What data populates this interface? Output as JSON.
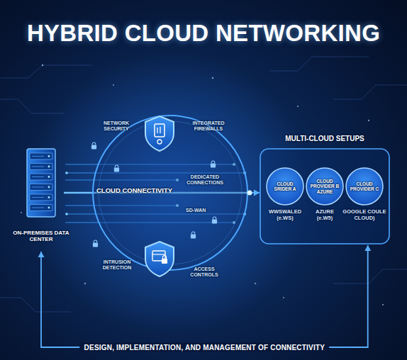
{
  "diagram": {
    "title": "HYBRID CLOUD NETWORKING",
    "nodes": [
      {
        "text": [
          "ON-PREMISES DATA CENTER"
        ]
      },
      {
        "text": [
          "NETWORK SECURITY",
          "INTEGRATED FIREWALLS",
          "DEDICATED CONNECTIONS",
          "CLOUD CONNECTIVITY",
          "SD-WAN",
          "INTRUSION DETECTION",
          "ACCESS CONTROLS"
        ]
      },
      {
        "text": [
          "MULTI-CLOUD SETUPS"
        ]
      },
      {
        "text": [
          "CLOUD SRIDER A",
          "WWSWALED (e.WS)"
        ],
        "in": 2
      },
      {
        "text": [
          "CLOUD PROVIDER B AZURE",
          "AZURE (e.W5)"
        ],
        "in": 2
      },
      {
        "text": [
          "CLOUD PROVIDER C",
          "GOOGLE COULE CLOUD)"
        ],
        "in": 2
      }
    ],
    "edges": [
      {
        "from": 0,
        "to": 1,
        "arrow": "none"
      },
      {
        "from": 1,
        "to": 2,
        "arrow": "to"
      },
      {
        "from": 0,
        "to": 2,
        "label": "DESIGN, IMPLEMENTATION, AND MANAGEMENT OF CONNECTIVITY",
        "arrow": "both"
      }
    ]
  }
}
